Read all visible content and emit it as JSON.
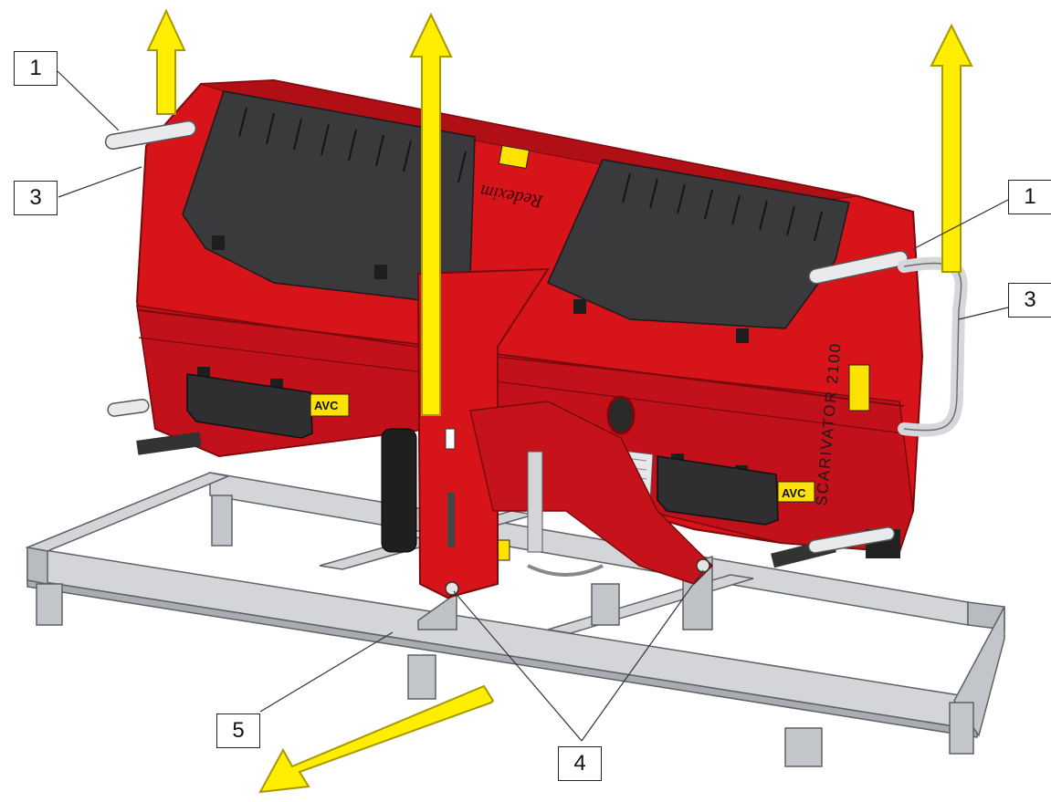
{
  "diagram": {
    "machine_brand": "Redexim",
    "machine_model": "SCARIVATOR 2100",
    "decal_logo": "AVC"
  },
  "callouts": [
    {
      "id": "c1a",
      "label": "1"
    },
    {
      "id": "c3a",
      "label": "3"
    },
    {
      "id": "c1b",
      "label": "1"
    },
    {
      "id": "c3b",
      "label": "3"
    },
    {
      "id": "c5",
      "label": "5"
    },
    {
      "id": "c4",
      "label": "4"
    }
  ],
  "colors": {
    "machine_red": "#d8141b",
    "machine_red_dark": "#9e0c10",
    "cover_dark": "#3a3a3c",
    "frame_grey": "#c7c9cc",
    "arrow_yellow": "#ffee00",
    "arrow_outline": "#b3a400"
  }
}
